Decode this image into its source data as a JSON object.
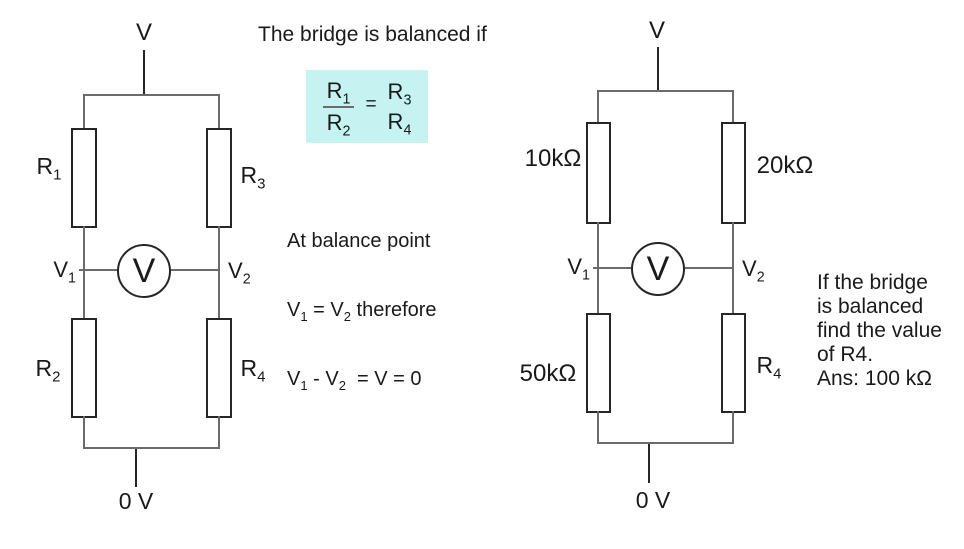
{
  "colors": {
    "background": "#ffffff",
    "highlight_box": "#c4f3f1",
    "wire": "#6b6b6b",
    "component": "#262626",
    "text": "#1a1a1a"
  },
  "left_circuit": {
    "supply_label": "V",
    "ground_label": "0 V",
    "meter_label": "V",
    "node_v1": [
      {
        "t": "V"
      },
      {
        "t": "1",
        "sub": true
      }
    ],
    "node_v2": [
      {
        "t": "V"
      },
      {
        "t": "2",
        "sub": true
      }
    ],
    "r1": [
      {
        "t": "R"
      },
      {
        "t": "1",
        "sub": true
      }
    ],
    "r2": [
      {
        "t": "R"
      },
      {
        "t": "2",
        "sub": true
      }
    ],
    "r3": [
      {
        "t": "R"
      },
      {
        "t": "3",
        "sub": true
      }
    ],
    "r4": [
      {
        "t": "R"
      },
      {
        "t": "4",
        "sub": true
      }
    ]
  },
  "right_circuit": {
    "supply_label": "V",
    "ground_label": "0 V",
    "meter_label": "V",
    "node_v1": [
      {
        "t": "V"
      },
      {
        "t": "1",
        "sub": true
      }
    ],
    "node_v2": [
      {
        "t": "V"
      },
      {
        "t": "2",
        "sub": true
      }
    ],
    "r_top_left": "10kΩ",
    "r_top_right": "20kΩ",
    "r_bottom_left": "50kΩ",
    "r_bottom_right": [
      {
        "t": "R"
      },
      {
        "t": "4",
        "sub": true
      }
    ]
  },
  "annotations": {
    "title": "The bridge is balanced if",
    "formula": {
      "lhs_num": [
        {
          "t": "R"
        },
        {
          "t": "1",
          "sub": true
        }
      ],
      "lhs_den": [
        {
          "t": "R"
        },
        {
          "t": "2",
          "sub": true
        }
      ],
      "equals": "=",
      "rhs_num": [
        {
          "t": "R"
        },
        {
          "t": "3",
          "sub": true
        }
      ],
      "rhs_den": [
        {
          "t": "R"
        },
        {
          "t": "4",
          "sub": true
        }
      ]
    },
    "balance_note": {
      "line1": "At balance point",
      "line2": [
        {
          "t": "V"
        },
        {
          "t": "1",
          "sub": true
        },
        {
          "t": " = V"
        },
        {
          "t": "2",
          "sub": true
        },
        {
          "t": " therefore"
        }
      ],
      "line3": [
        {
          "t": "V"
        },
        {
          "t": "1",
          "sub": true
        },
        {
          "t": " - V"
        },
        {
          "t": "2",
          "sub": true
        },
        {
          "t": "  = V = 0"
        }
      ]
    },
    "question": "If the bridge\nis balanced\nfind the value\nof R4.\nAns: 100 kΩ"
  }
}
